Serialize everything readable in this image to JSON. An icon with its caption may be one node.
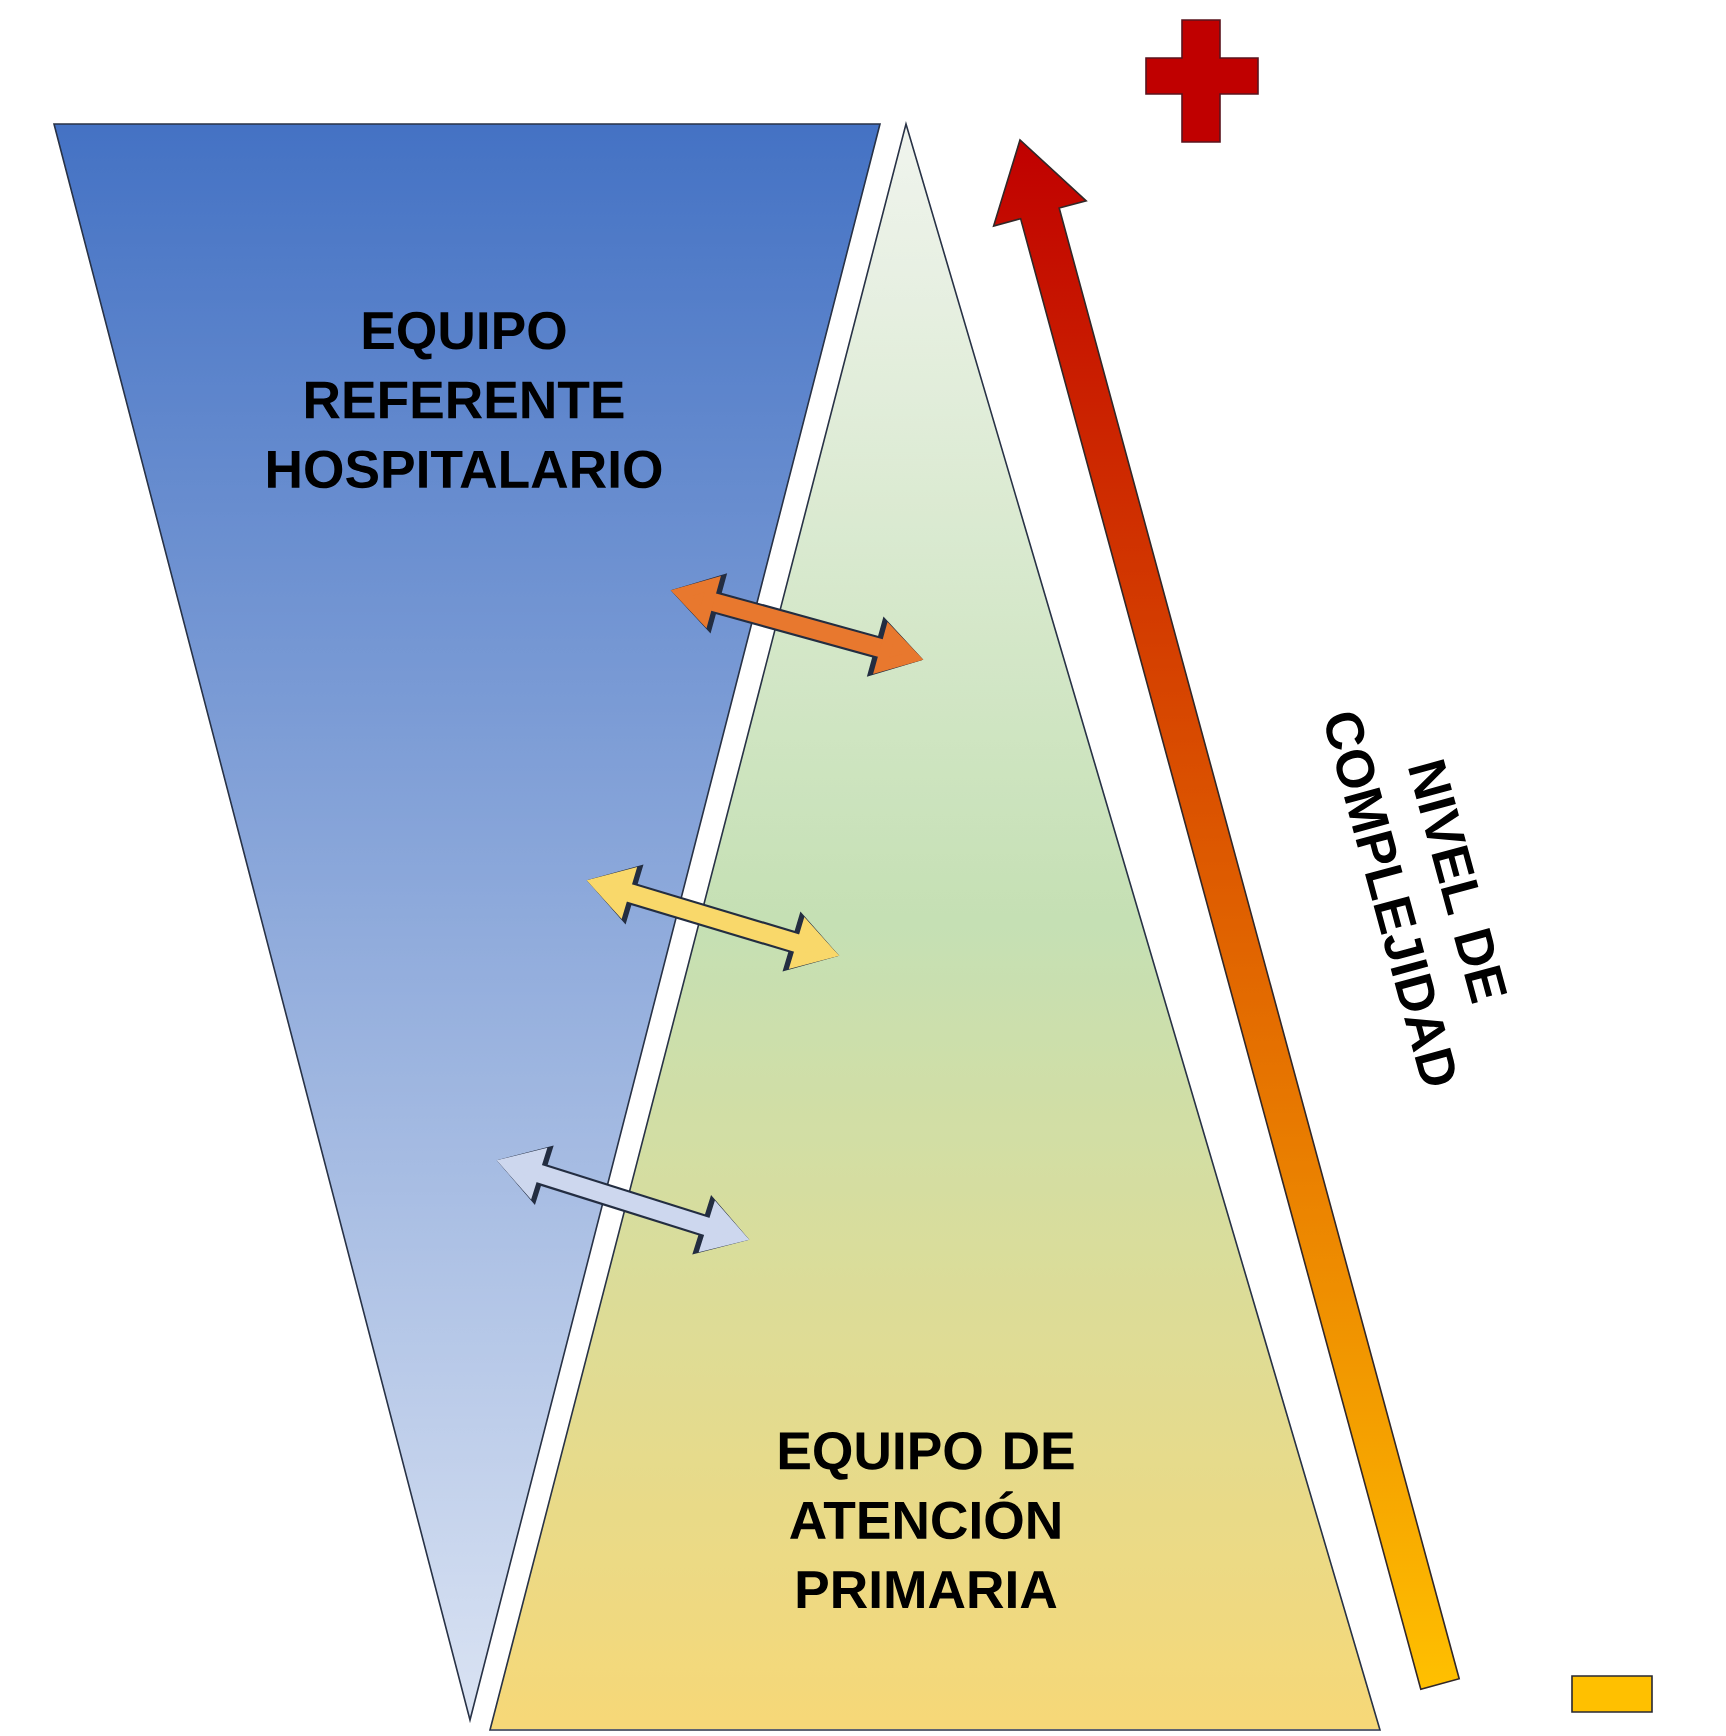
{
  "diagram": {
    "nodes": [
      {
        "text": [
          "EQUIPO REFERENTE HOSPITALARIO"
        ]
      },
      {
        "text": [
          "EQUIPO DE ATENCIÓN PRIMARIA"
        ]
      }
    ],
    "edges": [
      {
        "from": 0,
        "to": 1,
        "arrow": "both",
        "color": "#e8782e"
      },
      {
        "from": 0,
        "to": 1,
        "arrow": "both",
        "color": "#f9d86a"
      },
      {
        "from": 0,
        "to": 1,
        "arrow": "both",
        "color": "#cdd7ee"
      }
    ],
    "labels": [
      "NIVEL DE COMPLEJIDAD"
    ]
  }
}
